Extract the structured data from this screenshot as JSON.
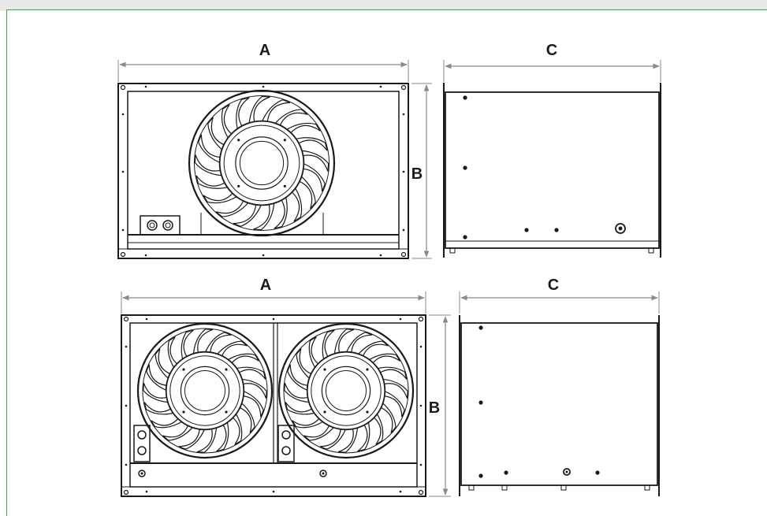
{
  "drawing": {
    "top_unit": {
      "width_label": "A",
      "height_label": "B",
      "depth_label": "C",
      "fans": 1
    },
    "bottom_unit": {
      "width_label": "A",
      "height_label": "B",
      "depth_label": "C",
      "fans": 2
    }
  },
  "colors": {
    "frame_border": "#2fae3e",
    "line": "#1a1a1a",
    "dimension_line": "#8a8a8a"
  }
}
